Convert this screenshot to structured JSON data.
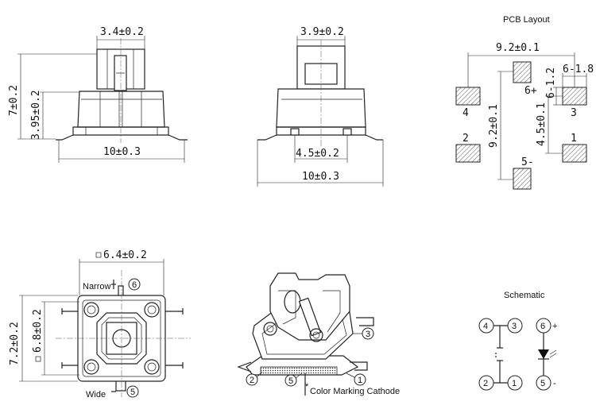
{
  "front_view": {
    "top_width": "3.4±0.2",
    "total_height": "7±0.2",
    "body_height": "3.95±0.2",
    "base_width": "10±0.3"
  },
  "side_view": {
    "top_width": "3.9±0.2",
    "pin_spacing": "4.5±0.2",
    "base_width": "10±0.3"
  },
  "pcb_layout": {
    "title": "PCB Layout",
    "width": "9.2±0.1",
    "height": "9.2±0.1",
    "inner_height": "4.5±0.1",
    "pad_w": "6-1.8",
    "pad_h": "6-1.2",
    "pins": [
      "1",
      "2",
      "3",
      "4",
      "5-",
      "6+"
    ]
  },
  "top_view": {
    "width": "6.4±0.2",
    "outer_height": "7.2±0.2",
    "inner_height": "6.8±0.2",
    "narrow_label": "Narrow",
    "wide_label": "Wide",
    "narrow_pin": "6",
    "wide_pin": "5"
  },
  "iso_view": {
    "pin3": "3",
    "pin2": "2",
    "pin1": "1",
    "pin5": "5",
    "marking_note": "Color Marking Cathode"
  },
  "schematic": {
    "title": "Schematic",
    "pins": [
      "4",
      "3",
      "6",
      "2",
      "1",
      "5"
    ],
    "plus": "+",
    "minus": "-"
  }
}
